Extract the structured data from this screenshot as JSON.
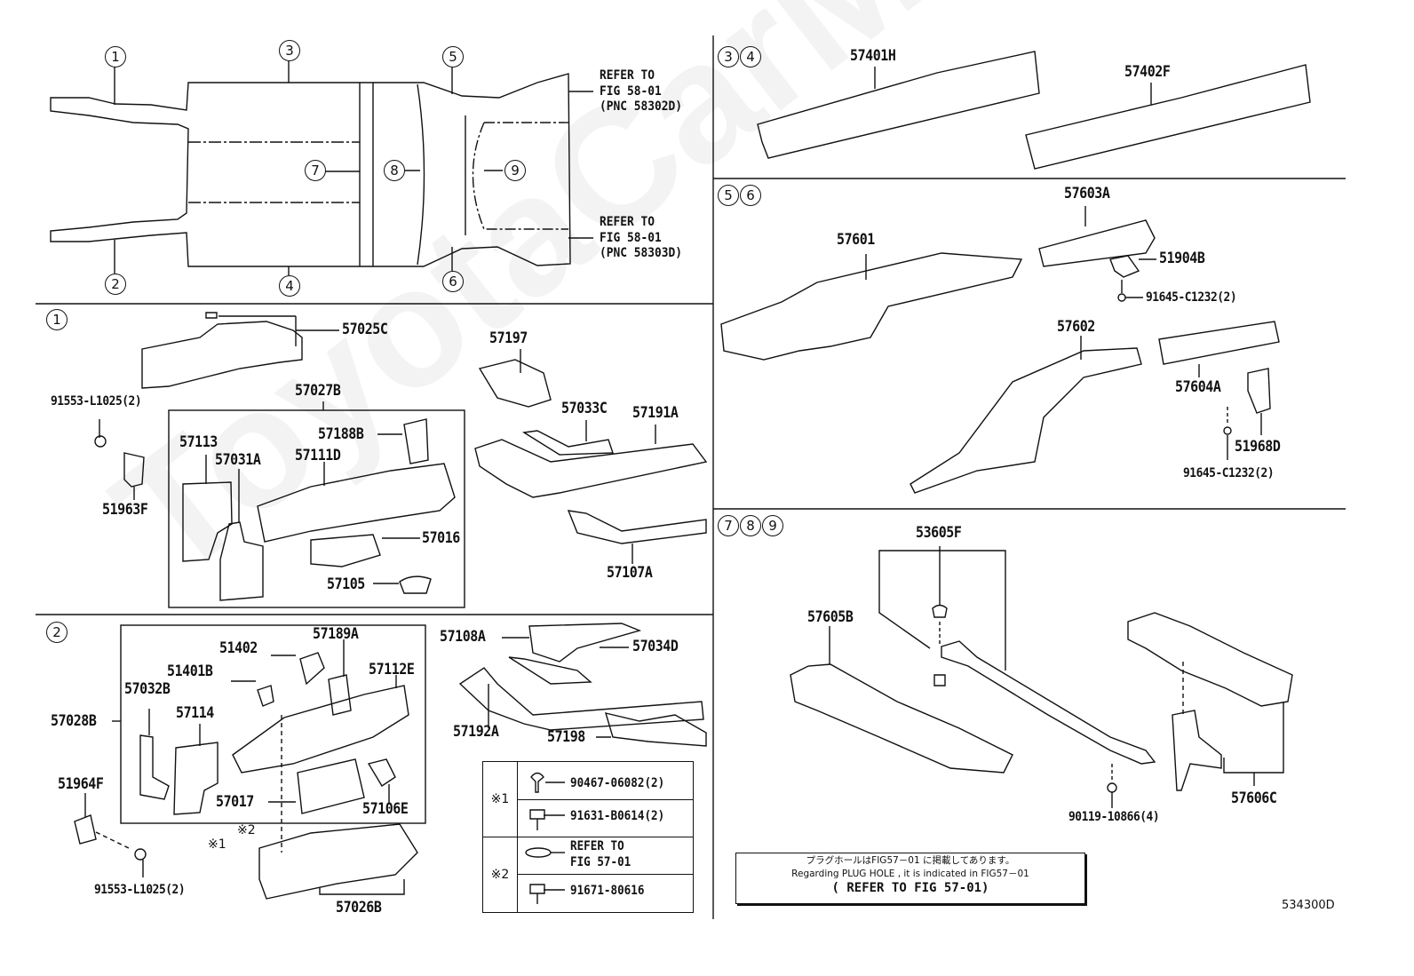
{
  "diagram": {
    "code": "534300D",
    "watermark": "ToyotaCarMine.ru",
    "overview": {
      "callouts": [
        "1",
        "2",
        "3",
        "4",
        "5",
        "6",
        "7",
        "8",
        "9"
      ],
      "refer_top": "REFER TO\nFIG 58-01\n(PNC 58302D)",
      "refer_bottom": "REFER TO\nFIG 58-01\n(PNC 58303D)"
    },
    "section1": {
      "marker": "1",
      "parts": {
        "p57025C": "57025C",
        "p91553a": "91553-L1025(2)",
        "p51963F": "51963F",
        "p57027B": "57027B",
        "p57113": "57113",
        "p57031A": "57031A",
        "p57188B": "57188B",
        "p57111D": "57111D",
        "p57016": "57016",
        "p57105": "57105",
        "p57197": "57197",
        "p57033C": "57033C",
        "p57191A": "57191A",
        "p57107A": "57107A"
      }
    },
    "section2": {
      "marker": "2",
      "parts": {
        "p51402": "51402",
        "p57189A": "57189A",
        "p51401B": "51401B",
        "p57112E": "57112E",
        "p57032B": "57032B",
        "p57114": "57114",
        "p57028B": "57028B",
        "p57017": "57017",
        "p57106E": "57106E",
        "p51964F": "51964F",
        "p91553b": "91553-L1025(2)",
        "p57026B": "57026B",
        "p57108A": "57108A",
        "p57034D": "57034D",
        "p57192A": "57192A",
        "p57198": "57198",
        "mark1": "※1",
        "mark2": "※2"
      },
      "fastener_table": {
        "group1": "※1",
        "group2": "※2",
        "rows": [
          "90467-06082(2)",
          "91631-B0614(2)",
          "REFER TO\nFIG 57-01",
          "91671-80616"
        ]
      }
    },
    "section34": {
      "markers": [
        "3",
        "4"
      ],
      "parts": {
        "p57401H": "57401H",
        "p57402F": "57402F"
      }
    },
    "section56": {
      "markers": [
        "5",
        "6"
      ],
      "parts": {
        "p57603A": "57603A",
        "p57601": "57601",
        "p51904B": "51904B",
        "p91645a": "91645-C1232(2)",
        "p57602": "57602",
        "p57604A": "57604A",
        "p51968D": "51968D",
        "p91645b": "91645-C1232(2)"
      }
    },
    "section789": {
      "markers": [
        "7",
        "8",
        "9"
      ],
      "parts": {
        "p53605F": "53605F",
        "p57605B": "57605B",
        "p90119": "90119-10866(4)",
        "p57606C": "57606C"
      }
    },
    "note": {
      "line1": "プラグホールはFIG57－01 に掲載してあります。",
      "line2": "Regarding PLUG HOLE , it is indicated in FIG57－01",
      "line3": "( REFER TO FIG 57-01)"
    }
  }
}
